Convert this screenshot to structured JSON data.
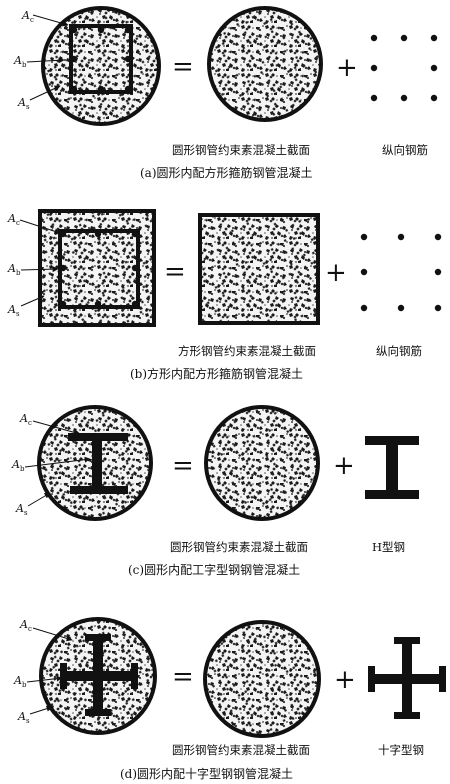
{
  "panels": [
    {
      "id": "a",
      "labels": {
        "c": {
          "main": "A",
          "sub": "c"
        },
        "b": {
          "main": "A",
          "sub": "b"
        },
        "s": {
          "main": "A",
          "sub": "s"
        }
      },
      "equals": "=",
      "plus": "+",
      "middle_caption": "圆形钢管约束素混凝土截面",
      "right_caption": "纵向钢筋",
      "title": "(a)圆形内配方形箍筋钢管混凝土"
    },
    {
      "id": "b",
      "labels": {
        "c": {
          "main": "A",
          "sub": "c"
        },
        "b": {
          "main": "A",
          "sub": "b"
        },
        "s": {
          "main": "A",
          "sub": "s"
        }
      },
      "equals": "=",
      "plus": "+",
      "middle_caption": "方形钢管约束素混凝土截面",
      "right_caption": "纵向钢筋",
      "title": "(b)方形内配方形箍筋钢管混凝土"
    },
    {
      "id": "c",
      "labels": {
        "c": {
          "main": "A",
          "sub": "c"
        },
        "b": {
          "main": "A",
          "sub": "b"
        },
        "s": {
          "main": "A",
          "sub": "s"
        }
      },
      "equals": "=",
      "plus": "+",
      "middle_caption": "圆形钢管约束素混凝土截面",
      "right_caption": "H型钢",
      "title": "(c)圆形内配工字型钢钢管混凝土"
    },
    {
      "id": "d",
      "labels": {
        "c": {
          "main": "A",
          "sub": "c"
        },
        "b": {
          "main": "A",
          "sub": "b"
        },
        "s": {
          "main": "A",
          "sub": "s"
        }
      },
      "equals": "=",
      "plus": "+",
      "middle_caption": "圆形钢管约束素混凝土截面",
      "right_caption": "十字型钢",
      "title": "(d)圆形内配十字型钢钢管混凝土"
    }
  ],
  "colors": {
    "steel": "#111111",
    "concrete_light": "#f4f4f4",
    "concrete_dark": "#1a1a1a"
  }
}
